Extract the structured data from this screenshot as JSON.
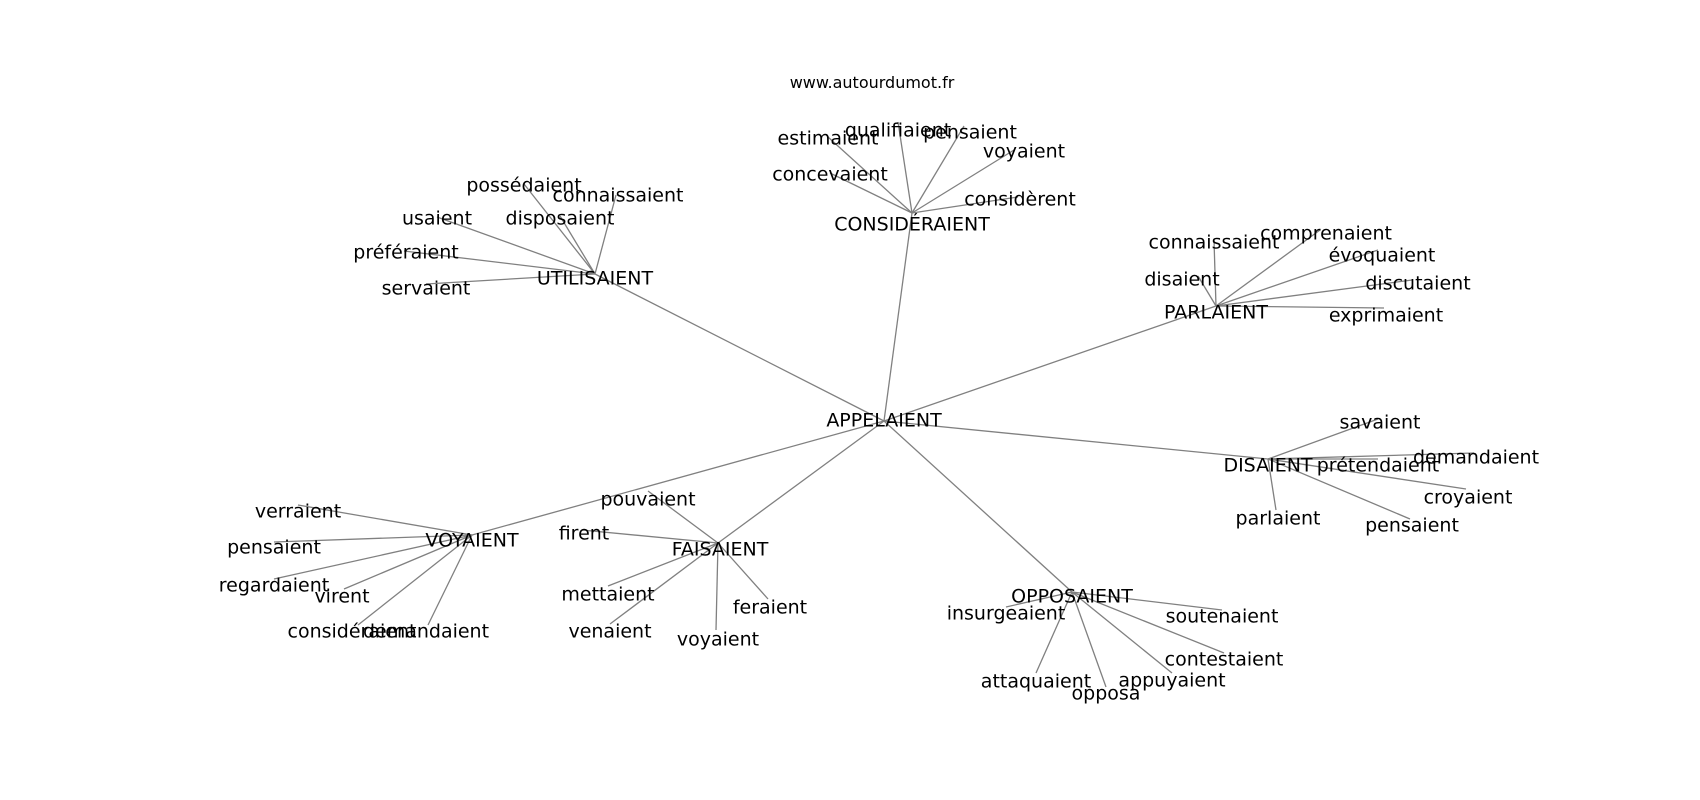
{
  "watermark": "www.autourdumot.fr",
  "graph": {
    "center": "APPELAIENT",
    "hubs": [
      {
        "id": "considerer",
        "label": "CONSIDÉRAIENT",
        "words": [
          "estimaient",
          "qualifiaient",
          "pensaient",
          "voyaient",
          "concevaient",
          "considèrent"
        ]
      },
      {
        "id": "utiliser",
        "label": "UTILISAIENT",
        "words": [
          "possédaient",
          "connaissaient",
          "usaient",
          "disposaient",
          "préféraient",
          "servaient"
        ]
      },
      {
        "id": "parler",
        "label": "PARLAIENT",
        "words": [
          "connaissaient",
          "comprenaient",
          "évoquaient",
          "disaient",
          "discutaient",
          "exprimaient"
        ]
      },
      {
        "id": "dire",
        "label": "DISAIENT",
        "words": [
          "savaient",
          "demandaient",
          "prétendaient",
          "croyaient",
          "parlaient",
          "pensaient"
        ]
      },
      {
        "id": "faire",
        "label": "FAISAIENT",
        "words": [
          "pouvaient",
          "firent",
          "mettaient",
          "feraient",
          "venaient",
          "voyaient"
        ]
      },
      {
        "id": "voir",
        "label": "VOYAIENT",
        "words": [
          "verraient",
          "pensaient",
          "regardaient",
          "virent",
          "considéraient",
          "demandaient"
        ]
      },
      {
        "id": "opposer",
        "label": "OPPOSAIENT",
        "words": [
          "insurgeaient",
          "soutenaient",
          "contestaient",
          "attaquaient",
          "opposa",
          "appuyaient"
        ]
      }
    ]
  }
}
